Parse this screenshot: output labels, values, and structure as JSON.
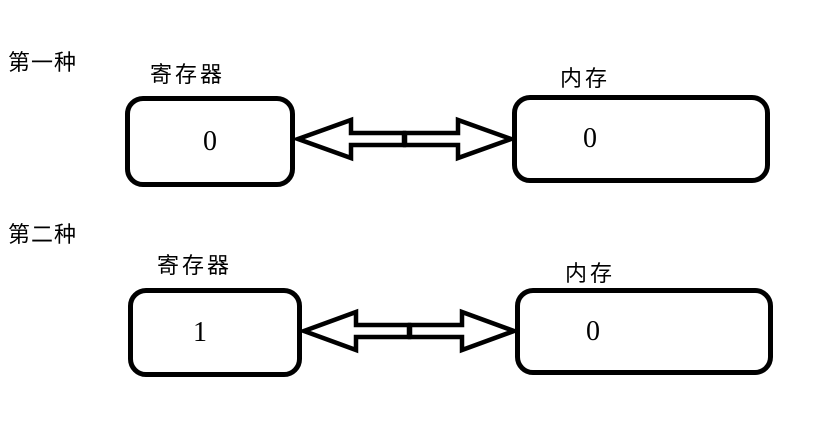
{
  "diagram": {
    "description_colors": {
      "background": "#ffffff",
      "line": "#000000"
    },
    "sections": [
      {
        "label": "第一种",
        "register": {
          "label": "寄存器",
          "value": "0"
        },
        "memory": {
          "label": "内存",
          "value": "0"
        }
      },
      {
        "label": "第二种",
        "register": {
          "label": "寄存器",
          "value": "1"
        },
        "memory": {
          "label": "内存",
          "value": "0"
        }
      }
    ]
  }
}
